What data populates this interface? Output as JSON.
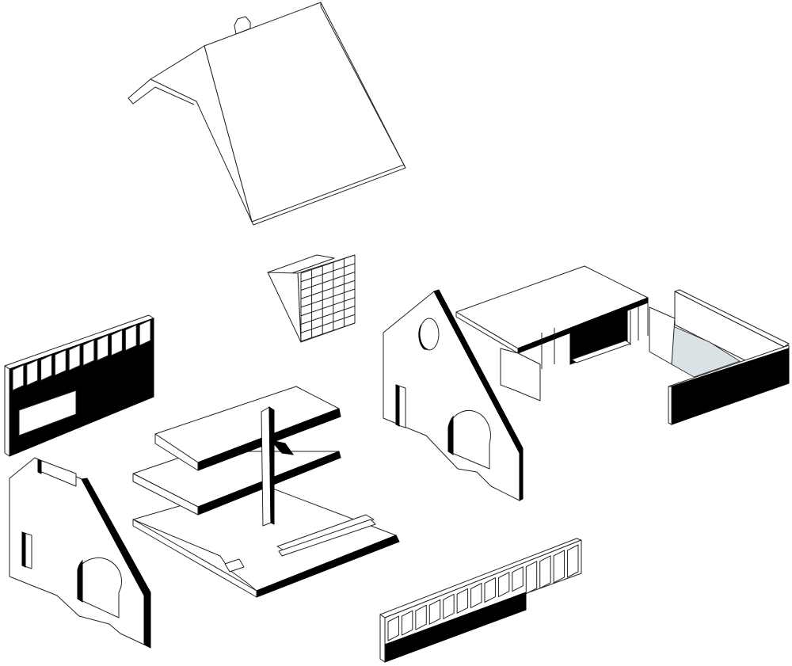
{
  "diagram": {
    "type": "exploded-axonometric",
    "colors": {
      "line": "#222222",
      "fill": "#ffffff",
      "solid": "#000000",
      "glass": "#d9e3e6"
    },
    "parts": [
      "gable-roof",
      "shelving-unit",
      "clerestory-wall-left",
      "gable-wall-left",
      "floor-platforms",
      "gable-wall-right",
      "enclosure-box",
      "window-wall-front"
    ]
  }
}
